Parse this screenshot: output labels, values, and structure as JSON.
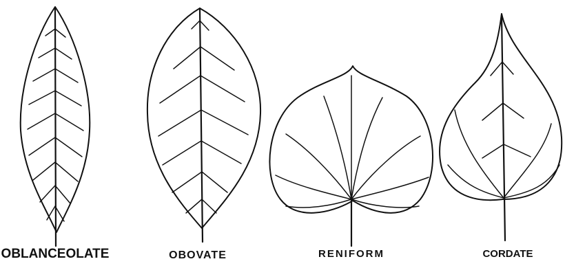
{
  "diagram": {
    "leaves": [
      {
        "name": "OBLANCEOLATE"
      },
      {
        "name": "OBOVATE"
      },
      {
        "name": "RENIFORM"
      },
      {
        "name": "CORDATE"
      }
    ]
  }
}
